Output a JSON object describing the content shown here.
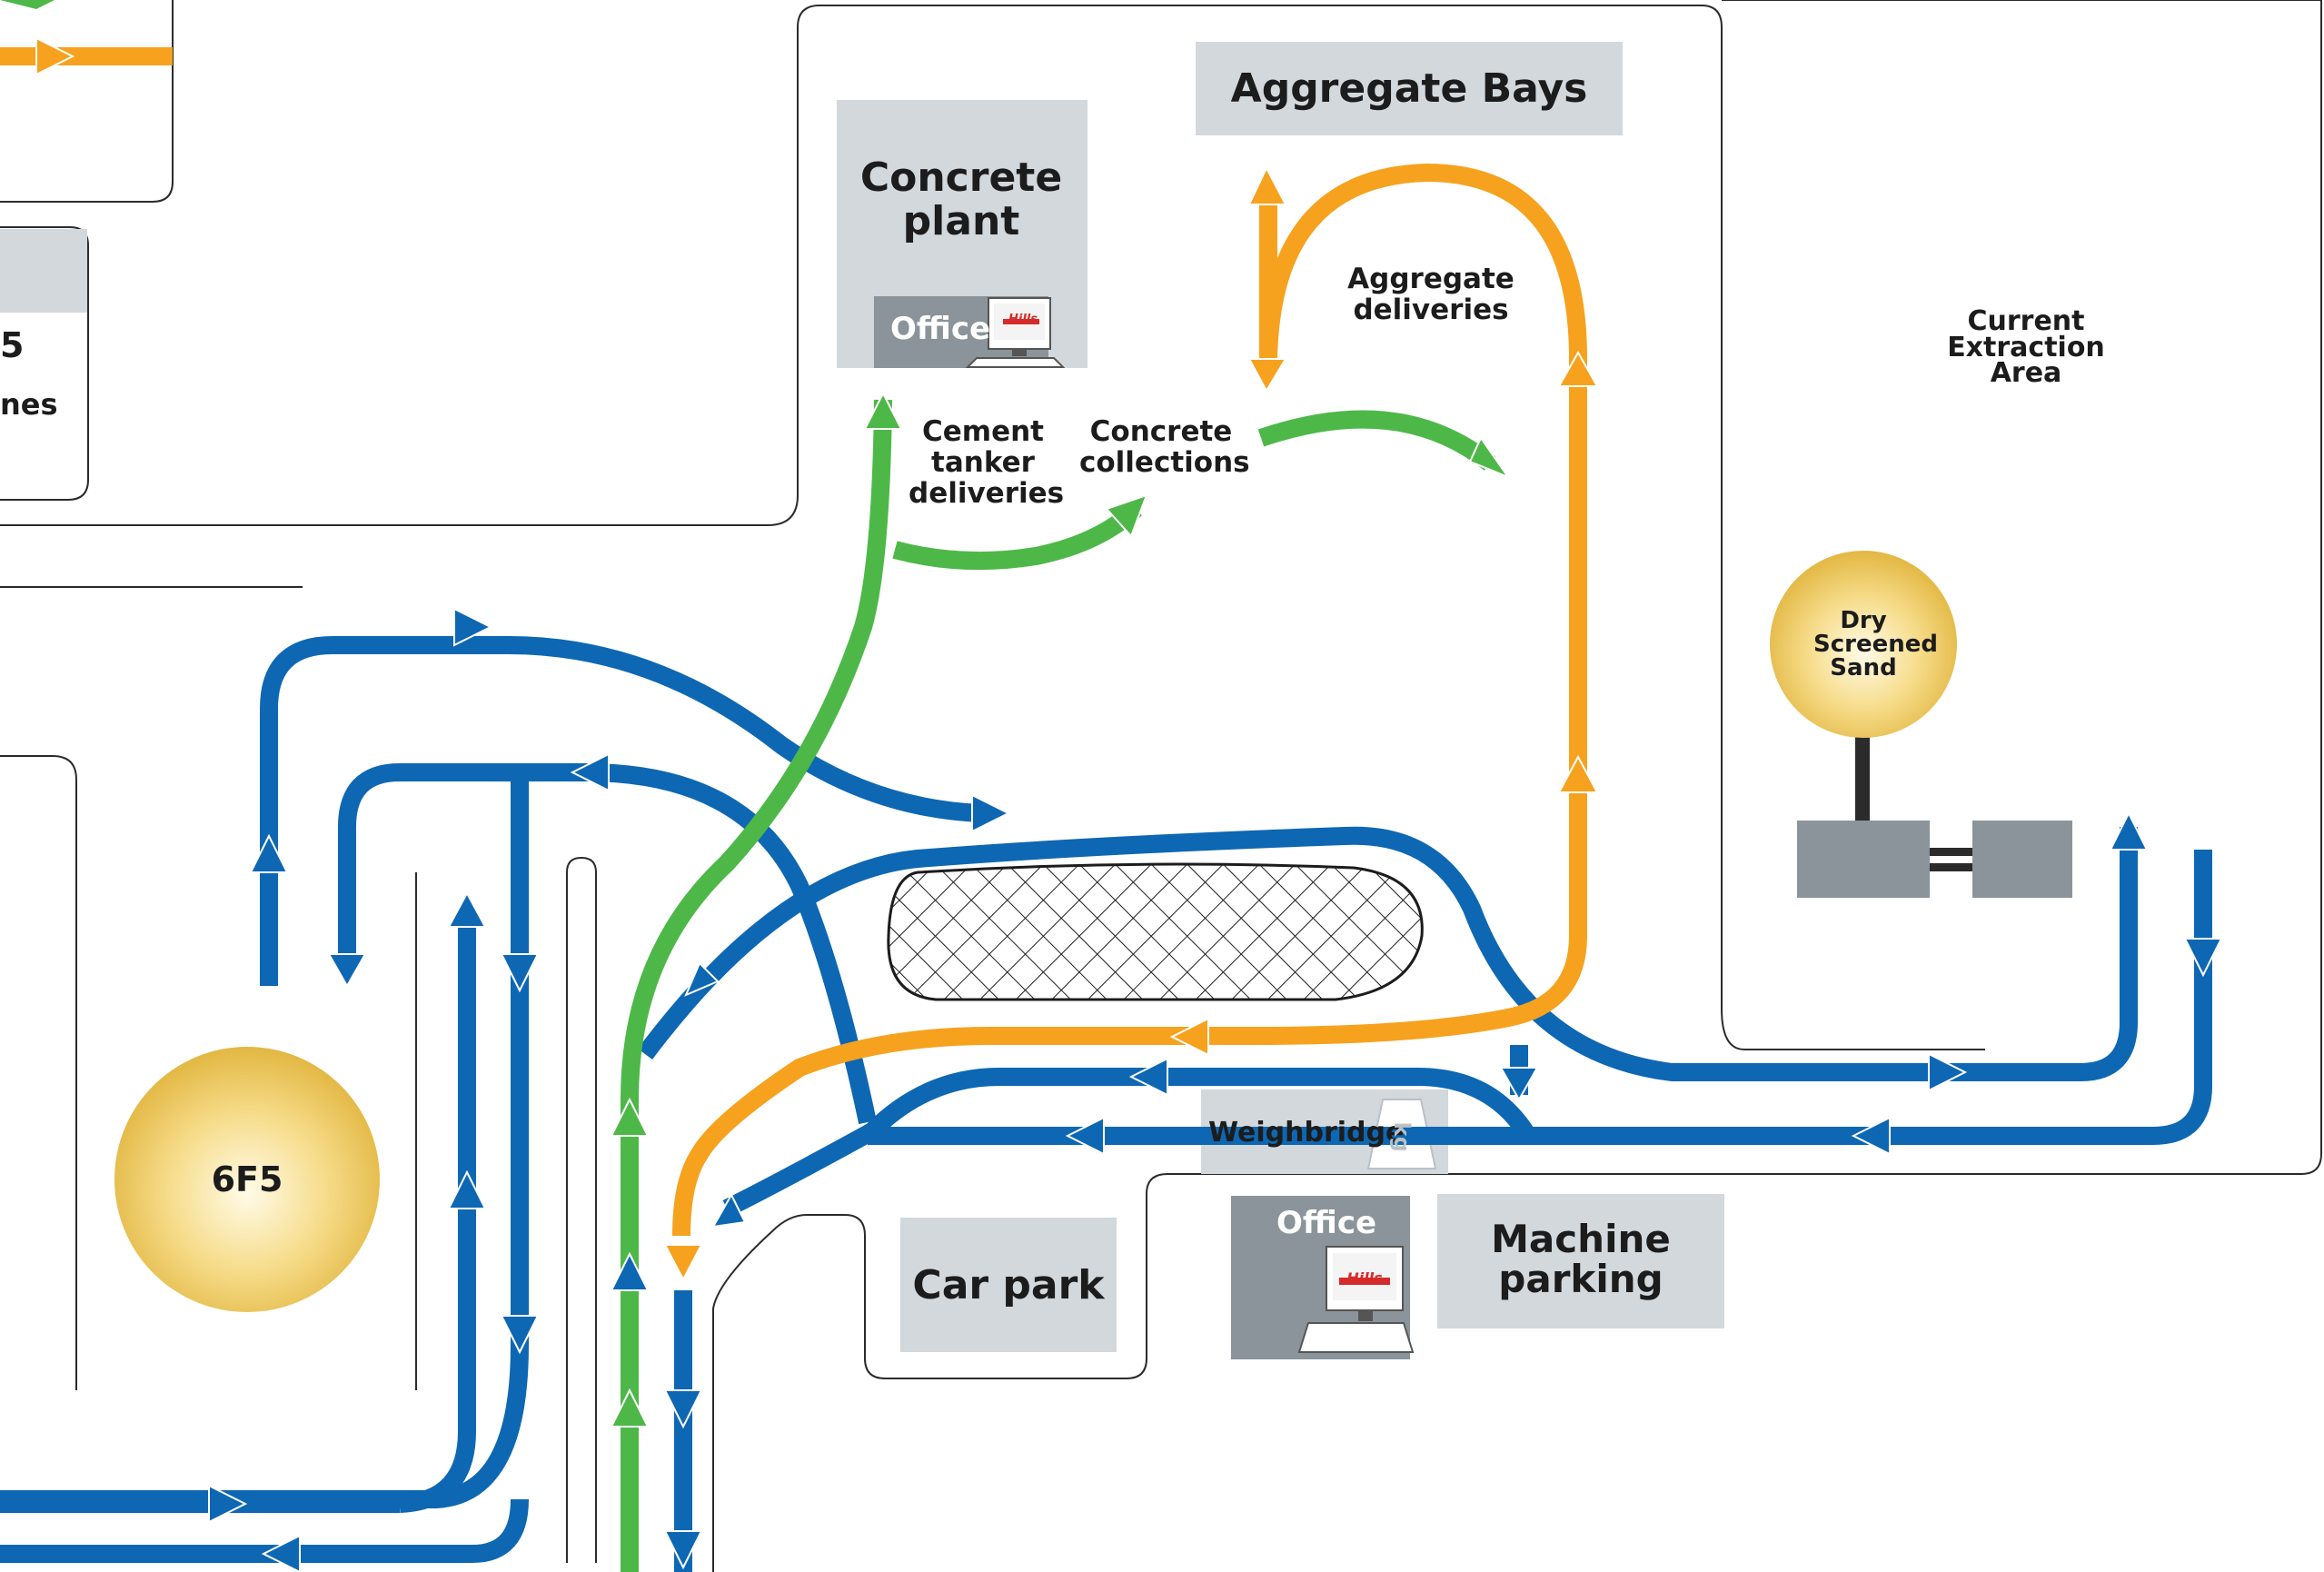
{
  "colors": {
    "blue_route": "#0d67b3",
    "green_route": "#4db848",
    "orange_route": "#f6a21e",
    "building": "#d2d8dc",
    "office": "#8a949a",
    "outline": "#2b2b2b"
  },
  "icons": [
    "computer-icon",
    "weight-icon",
    "route-arrow-icon"
  ],
  "labels": {
    "aggregate_bays": "Aggregate Bays",
    "concrete_plant": "Concrete plant",
    "office_plant": "Office",
    "aggregate_deliveries": "Aggregate deliveries",
    "cement_tanker": "Cement tanker deliveries",
    "concrete_collections": "Concrete collections",
    "current_extraction": "Current Extraction Area",
    "dry_screened_sand": "Dry Screened Sand",
    "six_f5": "6F5",
    "partial_box_num": "5",
    "partial_box_text": "nes",
    "weighbridge": "Weighbridge",
    "weight_unit": "kg",
    "car_park": "Car park",
    "office_parking": "Office",
    "machine_parking": "Machine parking",
    "brand": "Hills"
  }
}
